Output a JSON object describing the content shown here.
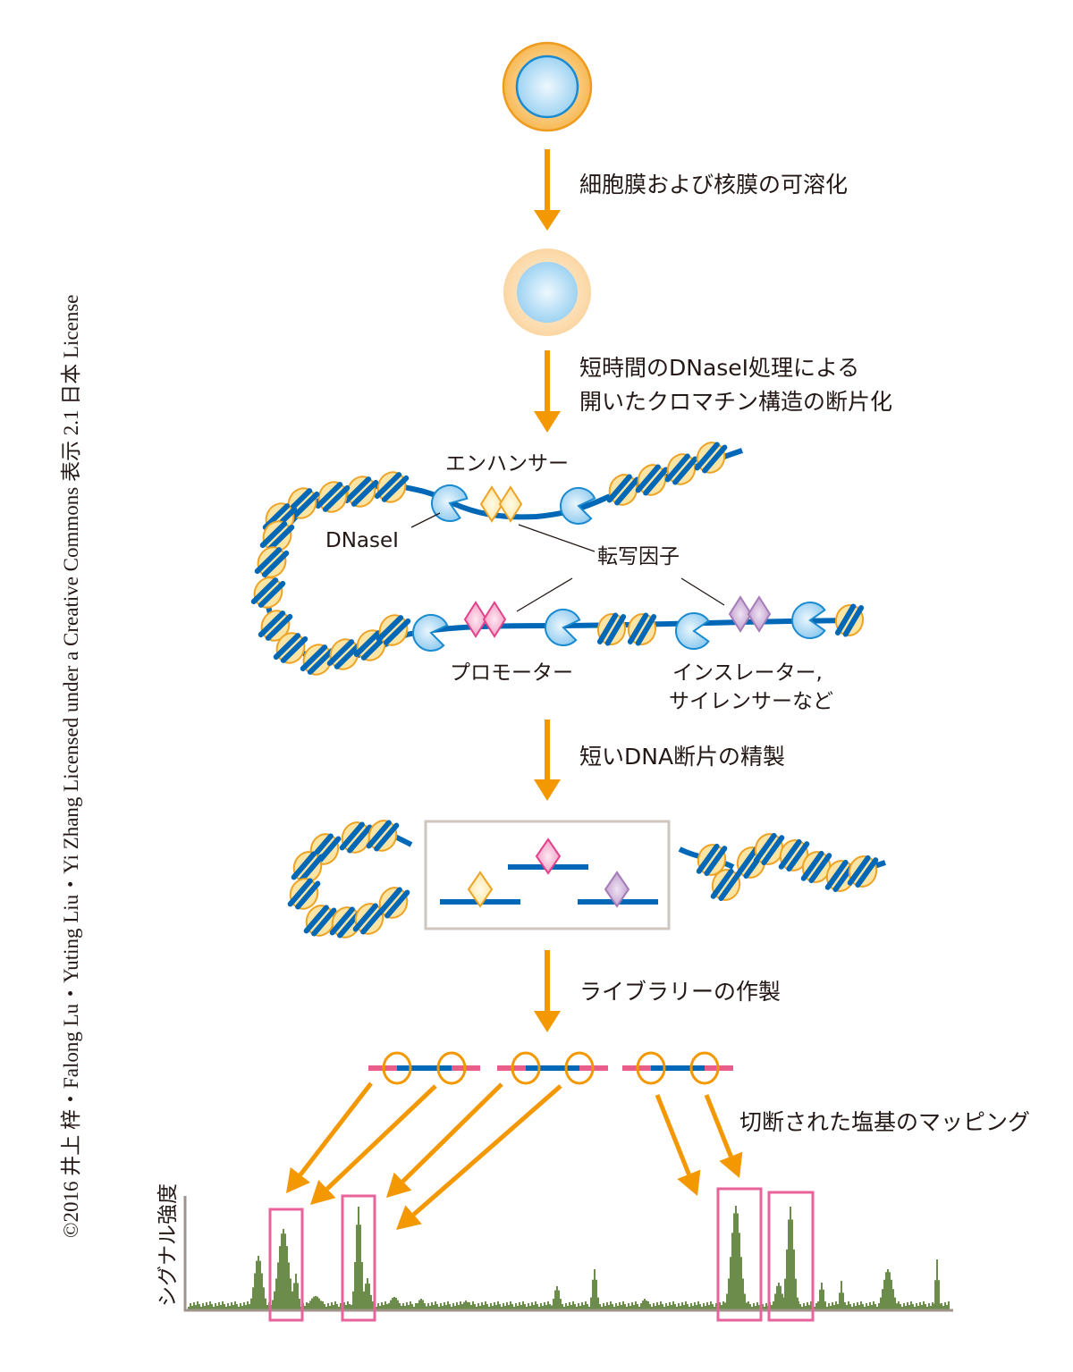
{
  "title": "DNase-seq workflow",
  "credit": "©2016 井上 梓・Falong Lu・Yuting Liu・Yi Zhang Licensed under a Creative Commons 表示 2.1 日本 License",
  "colors": {
    "arrow": "#f39800",
    "dna": "#0068b7",
    "nucleosome_fill": "#fce5a4",
    "nucleosome_edge": "#eda325",
    "enzyme": "#a9d8f3",
    "enhancer_tf": "#fdeebd",
    "promoter_tf": "#f4a6c9",
    "insulator_tf": "#c7a8d2",
    "adapter": "#e95d8a",
    "signal": "#6b8c4a",
    "highlight_box": "#e8629b",
    "axis": "#9f948c",
    "fragment_box": "#cfc6bf"
  },
  "steps": [
    {
      "label": "細胞膜および核膜の可溶化"
    },
    {
      "label_line1": "短時間のDNaseⅠ処理による",
      "label_line2": "開いたクロマチン構造の断片化"
    },
    {
      "label": "短いDNA断片の精製"
    },
    {
      "label": "ライブラリーの作製"
    },
    {
      "label": "切断された塩基のマッピング"
    }
  ],
  "chromatin_labels": {
    "enhancer": "エンハンサー",
    "dnase": "DNaseⅠ",
    "tf": "転写因子",
    "promoter": "プロモーター",
    "insulator_line1": "インスレーター,",
    "insulator_line2": "サイレンサーなど"
  },
  "signal_track": {
    "ylabel": "シグナル強度",
    "highlighted_peaks": 4
  }
}
